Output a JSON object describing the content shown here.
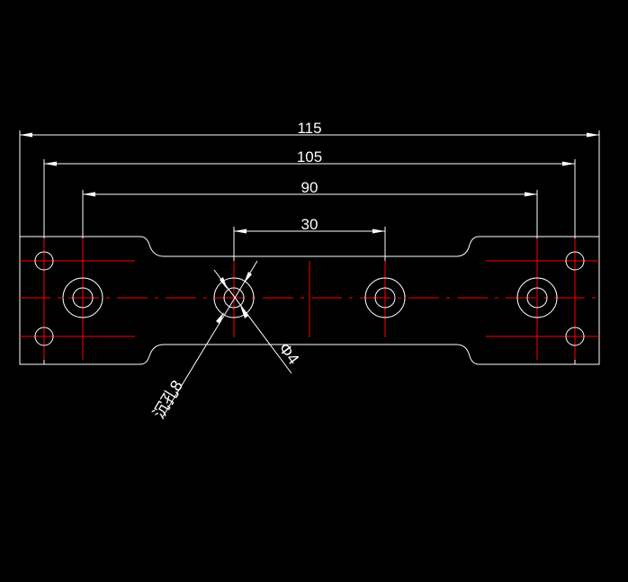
{
  "drawing": {
    "dimensions": {
      "overall": "115",
      "outer_holes": "105",
      "counterbore_holes": "90",
      "center_holes": "30"
    },
    "callouts": {
      "counterbore": "沉孔8",
      "hole": "Φ4"
    },
    "colors": {
      "background": "#000000",
      "geometry": "#ffffff",
      "centerline": "#ff0000"
    }
  }
}
